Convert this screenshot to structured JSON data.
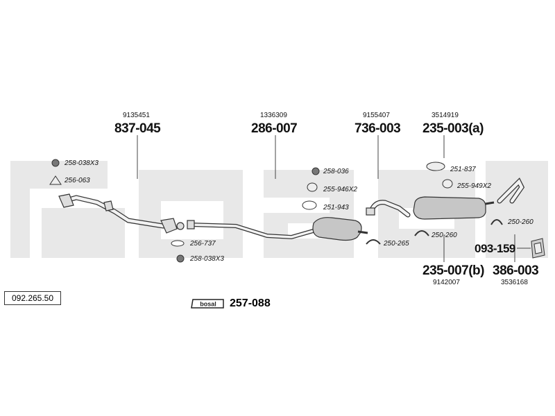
{
  "reference": "092.265.50",
  "brand_logo": "bosal",
  "kit_number": "257-088",
  "parts": {
    "p1": {
      "oem": "9135451",
      "number": "837-045"
    },
    "p2": {
      "oem": "1336309",
      "number": "286-007"
    },
    "p3": {
      "oem": "9155407",
      "number": "736-003"
    },
    "p4": {
      "oem": "3514919",
      "number": "235-003(a)"
    },
    "p5": {
      "oem": "9142007",
      "number": "235-007(b)"
    },
    "p6": {
      "oem": "3536168",
      "number": "386-003"
    },
    "p7": {
      "number": "093-159"
    }
  },
  "accessories": {
    "a1": "258-038X3",
    "a2": "256-063",
    "a3": "256-737",
    "a4": "258-038X3",
    "a5": "258-036",
    "a6": "255-946X2",
    "a7": "251-943",
    "a8": "250-265",
    "a9": "251-837",
    "a10": "255-949X2",
    "a11": "250-260",
    "a12": "250-260"
  },
  "colors": {
    "line": "#444444",
    "watermark": "#e6e6e6",
    "part_fill": "#bdbdbd"
  }
}
